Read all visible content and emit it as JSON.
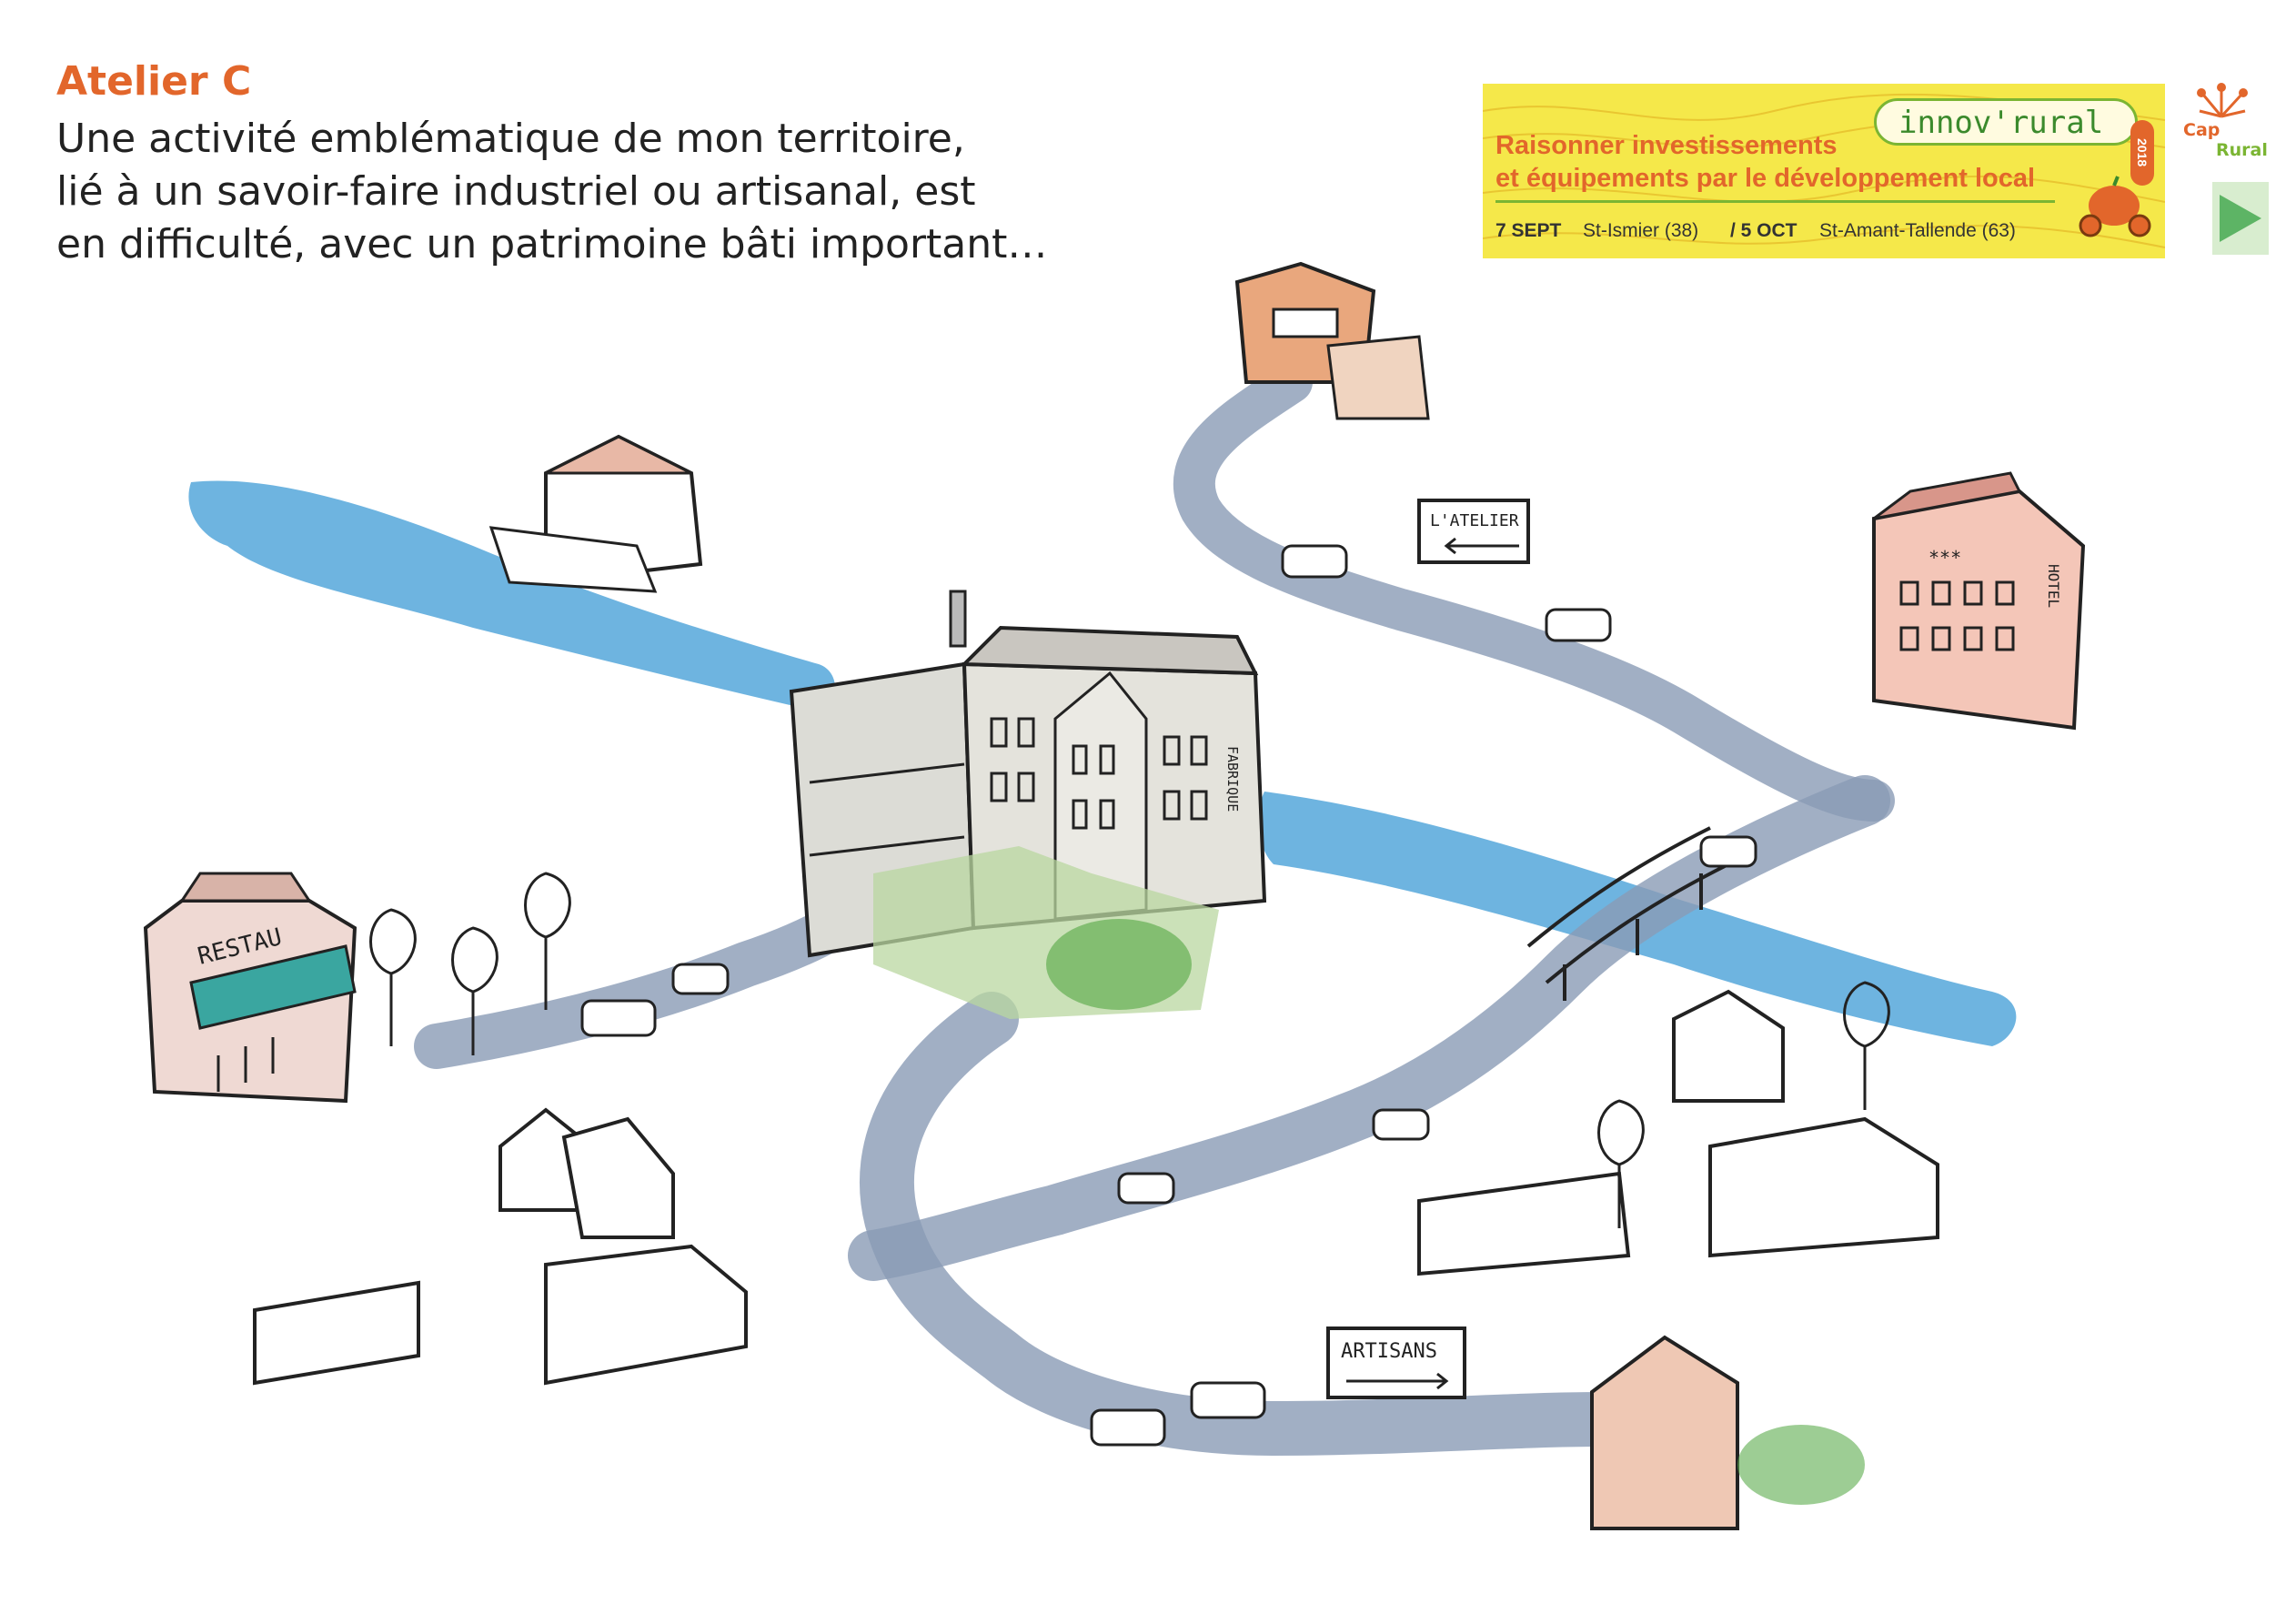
{
  "header": {
    "title": "Atelier C",
    "intro_lines": [
      "Une activité emblématique de mon territoire,",
      "lié à un savoir-faire industriel ou artisanal, est",
      "en difficulté, avec un patrimoine bâti important…"
    ]
  },
  "banner": {
    "brand": "innov'rural",
    "year": "2018",
    "line1": "Raisonner investissements",
    "line2": "et équipements par le développement local",
    "date1": "7 SEPT",
    "place1": "St-Ismier (38)",
    "date2": "/ 5 OCT",
    "place2": "St-Amant-Tallende (63)"
  },
  "logos": {
    "cap_line1": "Cap",
    "cap_line2": "Rural"
  },
  "scene_labels": {
    "restau": "RESTAU",
    "fabrique": "FABRIQUE",
    "hotel": "HOTEL",
    "hotel_stars": "***",
    "atelier_sign": "L'ATELIER",
    "artisans_sign": "ARTISANS"
  },
  "colors": {
    "accent": "#e2662b",
    "banner_yellow": "#f5e84a",
    "brand_green": "#7bb533",
    "river_blue": "#3d9bd6",
    "road_grey": "#8a9bb5"
  }
}
